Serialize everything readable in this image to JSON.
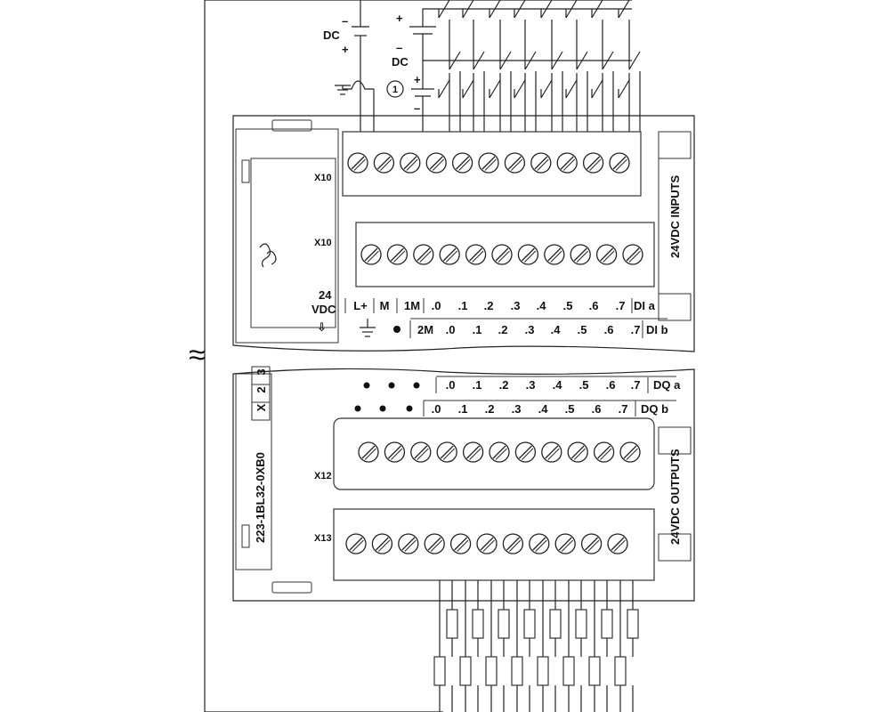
{
  "wiring": {
    "supply_top": {
      "label": "DC",
      "minus": "–",
      "plus": "+"
    },
    "supply_inputs_a": {
      "label": "DC",
      "plus": "+",
      "minus": "–"
    },
    "supply_inputs_b": {
      "plus": "+",
      "minus": "–"
    },
    "callout_number": "1"
  },
  "module": {
    "part_number": "223-1BL32-0XB0",
    "version_cells": [
      "X",
      "2",
      "3"
    ],
    "inputs_title": "24VDC INPUTS",
    "outputs_title": "24VDC OUTPUTS",
    "power_label_line1": "24",
    "power_label_line2": "VDC",
    "power_arrow": "⇩"
  },
  "connectors": {
    "input_upper": "X10",
    "input_lower": "X10",
    "output_upper": "X12",
    "output_lower": "X13"
  },
  "input_row_a": [
    "L+",
    "M",
    "1M",
    ".0",
    ".1",
    ".2",
    ".3",
    ".4",
    ".5",
    ".6",
    ".7"
  ],
  "input_row_a_tag": "DI a",
  "input_row_b": [
    "2M",
    ".0",
    ".1",
    ".2",
    ".3",
    ".4",
    ".5",
    ".6",
    ".7"
  ],
  "input_row_b_tag": "DI b",
  "output_row_a": [
    ".0",
    ".1",
    ".2",
    ".3",
    ".4",
    ".5",
    ".6",
    ".7"
  ],
  "output_row_a_tag": "DQ a",
  "output_row_b": [
    ".0",
    ".1",
    ".2",
    ".3",
    ".4",
    ".5",
    ".6",
    ".7"
  ],
  "output_row_b_tag": "DQ b",
  "break_symbol": "≈"
}
